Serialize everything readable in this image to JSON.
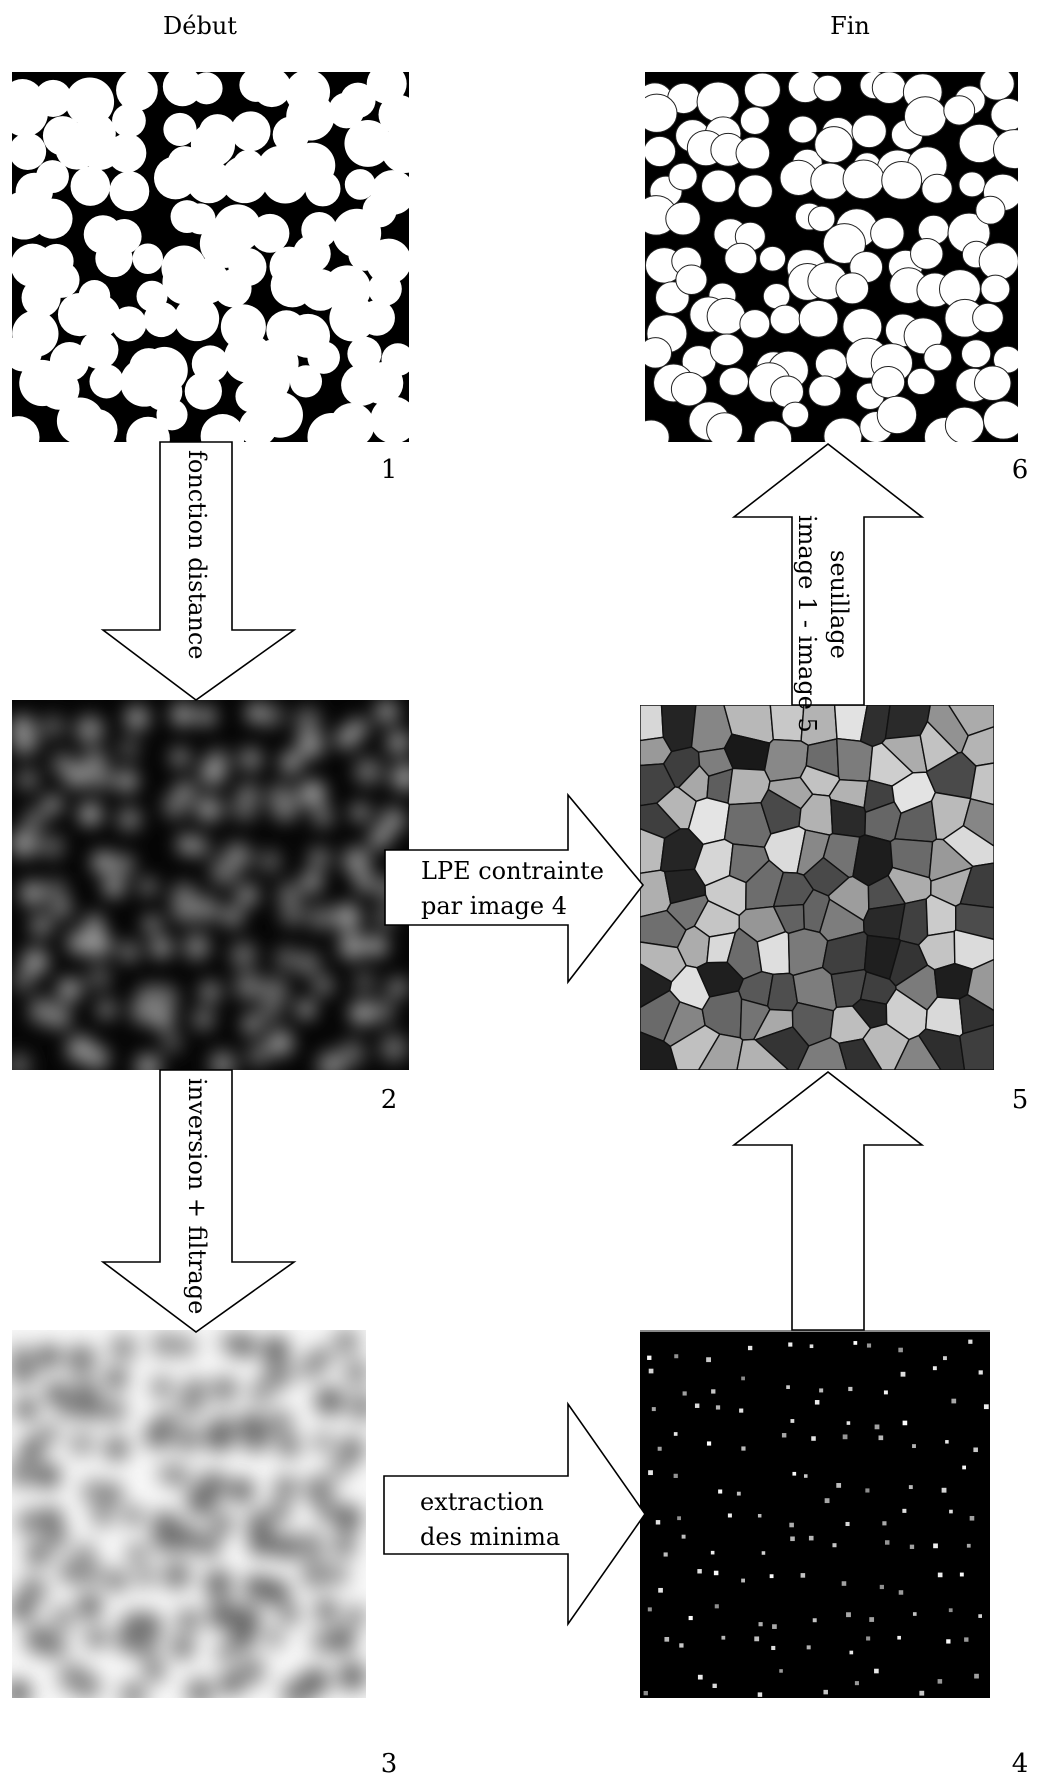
{
  "headers": {
    "start": "Début",
    "end": "Fin"
  },
  "panels": [
    {
      "number": "1",
      "kind": "binary"
    },
    {
      "number": "2",
      "kind": "distance"
    },
    {
      "number": "3",
      "kind": "inverted"
    },
    {
      "number": "4",
      "kind": "minima"
    },
    {
      "number": "5",
      "kind": "watershed"
    },
    {
      "number": "6",
      "kind": "separated"
    }
  ],
  "arrows": {
    "a12": {
      "line1": "fonction distance"
    },
    "a23": {
      "line1": "inversion + filtrage"
    },
    "a34": {
      "line1": "extraction",
      "line2": "des minima"
    },
    "a45": {
      "line1": ""
    },
    "a25": {
      "line1": "LPE contrainte",
      "line2": "par image 4"
    },
    "a56": {
      "line1": "seuillage",
      "line2": "image 1 - image 5"
    }
  },
  "colors": {
    "background": "#ffffff",
    "stroke": "#000000"
  }
}
